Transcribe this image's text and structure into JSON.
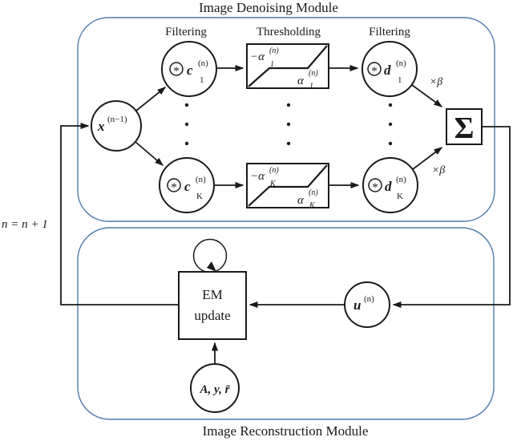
{
  "colors": {
    "module_border": "#4d7aab",
    "line": "#1a1a1a",
    "background": "#ffffff"
  },
  "modules": {
    "denoising_title": "Image Denoising Module",
    "reconstruction_title": "Image Reconstruction Module"
  },
  "column_labels": {
    "filtering_left": "Filtering",
    "thresholding": "Thresholding",
    "filtering_right": "Filtering"
  },
  "iteration_label": "n = n + 1",
  "nodes": {
    "x_prev": {
      "base": "x",
      "sup": "(n−1)"
    },
    "c1": {
      "op": "*",
      "base": "c",
      "sub": "1",
      "sup": "(n)"
    },
    "cK": {
      "op": "*",
      "base": "c",
      "sub": "K",
      "sup": "(n)"
    },
    "d1": {
      "op": "*",
      "base": "d",
      "sub": "1",
      "sup": "(n)"
    },
    "dK": {
      "op": "*",
      "base": "d",
      "sub": "K",
      "sup": "(n)"
    },
    "u": {
      "base": "u",
      "sup": "(n)"
    },
    "inputs": {
      "label": "A, y, r̄"
    },
    "sum": {
      "label": "Σ"
    },
    "em": {
      "line1": "EM",
      "line2": "update"
    }
  },
  "thresholds": {
    "t1": {
      "neg_base": "−α",
      "neg_sub": "1",
      "neg_sup": "(n)",
      "pos_base": "α",
      "pos_sub": "1",
      "pos_sup": "(n)"
    },
    "tK": {
      "neg_base": "−α",
      "neg_sub": "K",
      "neg_sup": "(n)",
      "pos_base": "α",
      "pos_sub": "K",
      "pos_sup": "(n)"
    }
  },
  "edge_labels": {
    "beta_top": "×β",
    "beta_bottom": "×β"
  }
}
